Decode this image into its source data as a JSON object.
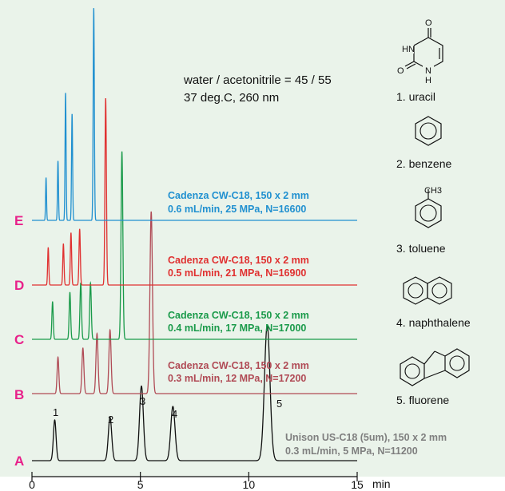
{
  "chart_data": {
    "type": "line",
    "title": "",
    "xlabel": "min",
    "ylabel": "",
    "xlim": [
      0,
      15
    ],
    "x_ticks": [
      0,
      5,
      10,
      15
    ],
    "x_tick_labels": [
      "0",
      "5",
      "10",
      "15"
    ],
    "grid": false,
    "conditions": [
      "water / acetonitrile = 45 / 55",
      "37 deg.C, 260 nm"
    ],
    "compounds": [
      "1. uracil",
      "2. benzene",
      "3. toluene",
      "4. naphthalene",
      "5. fluorene"
    ],
    "peak_numbers": [
      "1",
      "2",
      "3",
      "4",
      "5"
    ],
    "series": [
      {
        "label": "A",
        "column": "Unison US-C18 (5um), 150 x 2 mm",
        "conditions": "0.3 mL/min, 5 MPa, N=11200",
        "color": "#111111",
        "retention_times": [
          1.05,
          3.6,
          5.05,
          6.5,
          10.85
        ],
        "peak_heights": [
          0.3,
          0.32,
          0.55,
          0.4,
          1.0
        ]
      },
      {
        "label": "B",
        "column": "Cadenza CW-C18, 150 x 2 mm",
        "conditions": "0.3 mL/min, 12 MPa, N=17200",
        "color": "#b04a55",
        "retention_times": [
          1.2,
          2.35,
          3.0,
          3.6,
          5.5
        ],
        "peak_heights": [
          0.2,
          0.25,
          0.33,
          0.35,
          1.0
        ]
      },
      {
        "label": "C",
        "column": "Cadenza CW-C18, 150 x 2 mm",
        "conditions": "0.4 mL/min, 17 MPa, N=17000",
        "color": "#1a9a4a",
        "retention_times": [
          0.95,
          1.75,
          2.25,
          2.7,
          4.15
        ],
        "peak_heights": [
          0.2,
          0.25,
          0.3,
          0.3,
          1.0
        ]
      },
      {
        "label": "D",
        "column": "Cadenza CW-C18, 150 x 2 mm",
        "conditions": "0.5 mL/min, 21 MPa, N=16900",
        "color": "#e03030",
        "retention_times": [
          0.75,
          1.45,
          1.8,
          2.2,
          3.4
        ],
        "peak_heights": [
          0.2,
          0.22,
          0.28,
          0.3,
          1.0
        ]
      },
      {
        "label": "E",
        "column": "Cadenza CW-C18, 150 x 2 mm",
        "conditions": "0.6 mL/min, 25 MPa, N=16600",
        "color": "#2090d0",
        "retention_times": [
          0.65,
          1.2,
          1.55,
          1.85,
          2.85
        ],
        "peak_heights": [
          0.2,
          0.28,
          0.6,
          0.5,
          1.0
        ]
      }
    ]
  },
  "structures": {
    "uracil_hn": "HN",
    "uracil_h": "H",
    "uracil_n": "N",
    "uracil_o1": "O",
    "uracil_o2": "O",
    "toluene_ch3": "CH3"
  }
}
